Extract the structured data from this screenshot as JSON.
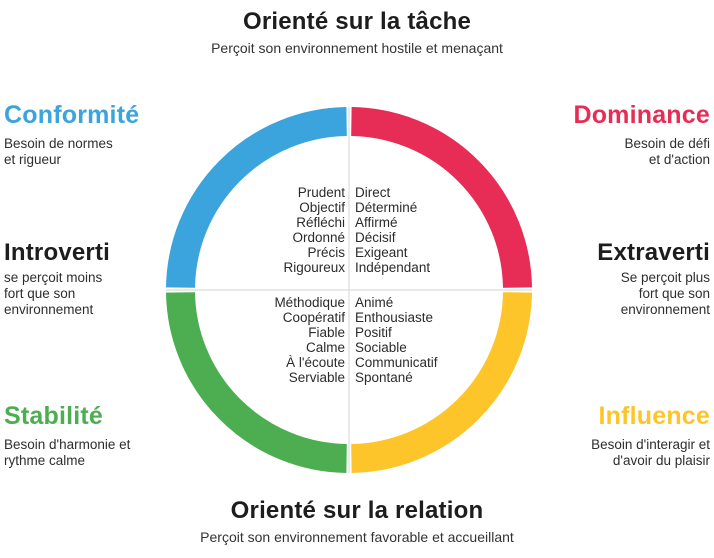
{
  "colors": {
    "conformity_blue": "#3BA4DD",
    "dominance_red": "#E72C55",
    "stability_green": "#4CAE50",
    "influence_yellow": "#FEC52B",
    "divider_gray": "#DCDCDC"
  },
  "top_header": {
    "title": "Orienté sur la tâche",
    "subtitle": "Perçoit son environnement hostile et menaçant"
  },
  "bottom_header": {
    "title": "Orienté sur la relation",
    "subtitle": "Perçoit son environnement favorable et accueillant"
  },
  "quadrants": {
    "conformity": {
      "label": "Conformité",
      "description": "Besoin de normes\net rigueur",
      "traits": [
        "Prudent",
        "Objectif",
        "Réfléchi",
        "Ordonné",
        "Précis",
        "Rigoureux"
      ]
    },
    "dominance": {
      "label": "Dominance",
      "description": "Besoin de défi\net d'action",
      "traits": [
        "Direct",
        "Déterminé",
        "Affirmé",
        "Décisif",
        "Exigeant",
        "Indépendant"
      ]
    },
    "stability": {
      "label": "Stabilité",
      "description": "Besoin d'harmonie et\nrythme calme",
      "traits": [
        "Méthodique",
        "Coopératif",
        "Fiable",
        "Calme",
        "À l'écoute",
        "Serviable"
      ]
    },
    "influence": {
      "label": "Influence",
      "description": "Besoin d'interagir et\nd'avoir du plaisir",
      "traits": [
        "Animé",
        "Enthousiaste",
        "Positif",
        "Sociable",
        "Communicatif",
        "Spontané"
      ]
    }
  },
  "axes": {
    "introvert": {
      "label": "Introverti",
      "description": "se perçoit moins\nfort que son\nenvironnement"
    },
    "extravert": {
      "label": "Extraverti",
      "description": "Se perçoit plus\nfort que son\nenvironnement"
    }
  }
}
